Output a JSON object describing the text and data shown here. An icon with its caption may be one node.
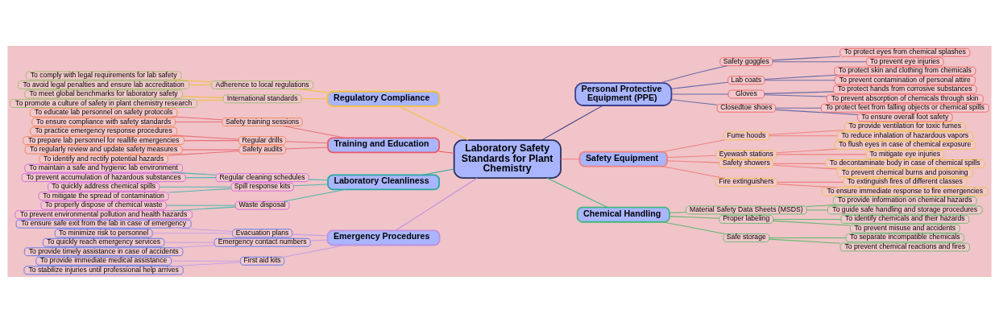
{
  "diagram": {
    "nodes": [
      {
        "text": [
          "Laboratory Safety Standards for Plant Chemistry"
        ]
      },
      {
        "text": [
          "Regulatory Compliance"
        ]
      },
      {
        "text": [
          "Adherence to local regulations"
        ]
      },
      {
        "text": [
          "To comply with legal requirements for lab safety"
        ]
      },
      {
        "text": [
          "To avoid legal penalties and ensure lab accreditation"
        ]
      },
      {
        "text": [
          "International standards"
        ]
      },
      {
        "text": [
          "To meet global benchmarks for laboratory safety"
        ]
      },
      {
        "text": [
          "To promote a culture of safety in plant chemistry research"
        ]
      },
      {
        "text": [
          "Training and Education"
        ]
      },
      {
        "text": [
          "Safety training sessions"
        ]
      },
      {
        "text": [
          "To educate lab personnel on safety protocols"
        ]
      },
      {
        "text": [
          "To ensure compliance with safety standards"
        ]
      },
      {
        "text": [
          "Regular drills"
        ]
      },
      {
        "text": [
          "To practice emergency response procedures"
        ]
      },
      {
        "text": [
          "To prepare lab personnel for reallife emergencies"
        ]
      },
      {
        "text": [
          "Safety audits"
        ]
      },
      {
        "text": [
          "To regularly review and update safety measures"
        ]
      },
      {
        "text": [
          "To identify and rectify potential hazards"
        ]
      },
      {
        "text": [
          "Laboratory Cleanliness"
        ]
      },
      {
        "text": [
          "Regular cleaning schedules"
        ]
      },
      {
        "text": [
          "To maintain a safe and hygienic lab environment"
        ]
      },
      {
        "text": [
          "To prevent accumulation of hazardous substances"
        ]
      },
      {
        "text": [
          "Spill response kits"
        ]
      },
      {
        "text": [
          "To quickly address chemical spills"
        ]
      },
      {
        "text": [
          "To mitigate the spread of contamination"
        ]
      },
      {
        "text": [
          "Waste disposal"
        ]
      },
      {
        "text": [
          "To properly dispose of chemical waste"
        ]
      },
      {
        "text": [
          "To prevent environmental pollution and health hazards"
        ]
      },
      {
        "text": [
          "Emergency Procedures"
        ]
      },
      {
        "text": [
          "Evacuation plans"
        ]
      },
      {
        "text": [
          "To ensure safe exit from the lab in case of emergency"
        ]
      },
      {
        "text": [
          "To minimize risk to personnel"
        ]
      },
      {
        "text": [
          "Emergency contact numbers"
        ]
      },
      {
        "text": [
          "To quickly reach emergency services"
        ]
      },
      {
        "text": [
          "To provide timely assistance in case of accidents"
        ]
      },
      {
        "text": [
          "First aid kits"
        ]
      },
      {
        "text": [
          "To provide immediate medical assistance"
        ]
      },
      {
        "text": [
          "To stabilize injuries until professional help arrives"
        ]
      },
      {
        "text": [
          "Personal Protective Equipment (PPE)"
        ]
      },
      {
        "text": [
          "Safety goggles"
        ]
      },
      {
        "text": [
          "To protect eyes from chemical splashes"
        ]
      },
      {
        "text": [
          "To prevent eye injuries"
        ]
      },
      {
        "text": [
          "Lab coats"
        ]
      },
      {
        "text": [
          "To protect skin and clothing from chemicals"
        ]
      },
      {
        "text": [
          "To prevent contamination of personal attire"
        ]
      },
      {
        "text": [
          "Gloves"
        ]
      },
      {
        "text": [
          "To protect hands from corrosive substances"
        ]
      },
      {
        "text": [
          "To prevent absorption of chemicals through skin"
        ]
      },
      {
        "text": [
          "Closedtoe shoes"
        ]
      },
      {
        "text": [
          "To protect feet from falling objects or chemical spills"
        ]
      },
      {
        "text": [
          "To ensure overall foot safety"
        ]
      },
      {
        "text": [
          "Safety Equipment"
        ]
      },
      {
        "text": [
          "Fume hoods"
        ]
      },
      {
        "text": [
          "To provide ventilation for toxic fumes"
        ]
      },
      {
        "text": [
          "To reduce inhalation of hazardous vapors"
        ]
      },
      {
        "text": [
          "Eyewash stations"
        ]
      },
      {
        "text": [
          "To flush eyes in case of chemical exposure"
        ]
      },
      {
        "text": [
          "To mitigate eye injuries"
        ]
      },
      {
        "text": [
          "Safety showers"
        ]
      },
      {
        "text": [
          "To decontaminate body in case of chemical spills"
        ]
      },
      {
        "text": [
          "To prevent chemical burns and poisoning"
        ]
      },
      {
        "text": [
          "Fire extinguishers"
        ]
      },
      {
        "text": [
          "To extinguish fires of different classes"
        ]
      },
      {
        "text": [
          "To ensure immediate response to fire emergencies"
        ]
      },
      {
        "text": [
          "Chemical Handling"
        ]
      },
      {
        "text": [
          "Material Safety Data Sheets (MSDS)"
        ]
      },
      {
        "text": [
          "To provide information on chemical hazards"
        ]
      },
      {
        "text": [
          "To guide safe handling and storage procedures"
        ]
      },
      {
        "text": [
          "Proper labeling"
        ]
      },
      {
        "text": [
          "To identify chemicals and their hazards"
        ]
      },
      {
        "text": [
          "To prevent misuse and accidents"
        ]
      },
      {
        "text": [
          "Safe storage"
        ]
      },
      {
        "text": [
          "To separate incompatible chemicals"
        ]
      },
      {
        "text": [
          "To prevent chemical reactions and fires"
        ]
      }
    ],
    "edges": [
      {
        "from": 0,
        "to": 1,
        "arrow": "none",
        "color": "#f0c040"
      },
      {
        "from": 1,
        "to": 2,
        "arrow": "none",
        "color": "#f0c040"
      },
      {
        "from": 2,
        "to": 3,
        "arrow": "none",
        "color": "#f0c040"
      },
      {
        "from": 2,
        "to": 4,
        "arrow": "none",
        "color": "#f0c040"
      },
      {
        "from": 1,
        "to": 5,
        "arrow": "none",
        "color": "#f0c040"
      },
      {
        "from": 5,
        "to": 6,
        "arrow": "none",
        "color": "#f0c040"
      },
      {
        "from": 5,
        "to": 7,
        "arrow": "none",
        "color": "#f0c040"
      },
      {
        "from": 0,
        "to": 8,
        "arrow": "none",
        "color": "#e85a6a"
      },
      {
        "from": 8,
        "to": 9,
        "arrow": "none",
        "color": "#e8707a"
      },
      {
        "from": 9,
        "to": 10,
        "arrow": "none",
        "color": "#e8707a"
      },
      {
        "from": 9,
        "to": 11,
        "arrow": "none",
        "color": "#e8707a"
      },
      {
        "from": 8,
        "to": 12,
        "arrow": "none",
        "color": "#e8707a"
      },
      {
        "from": 12,
        "to": 13,
        "arrow": "none",
        "color": "#e8707a"
      },
      {
        "from": 12,
        "to": 14,
        "arrow": "none",
        "color": "#e8707a"
      },
      {
        "from": 8,
        "to": 15,
        "arrow": "none",
        "color": "#e8707a"
      },
      {
        "from": 15,
        "to": 16,
        "arrow": "none",
        "color": "#e8707a"
      },
      {
        "from": 15,
        "to": 17,
        "arrow": "none",
        "color": "#e8707a"
      },
      {
        "from": 0,
        "to": 18,
        "arrow": "none",
        "color": "#2aa8a0"
      },
      {
        "from": 18,
        "to": 19,
        "arrow": "none",
        "color": "#50b8b0"
      },
      {
        "from": 19,
        "to": 20,
        "arrow": "none",
        "color": "#50b8b0"
      },
      {
        "from": 19,
        "to": 21,
        "arrow": "none",
        "color": "#50b8b0"
      },
      {
        "from": 18,
        "to": 22,
        "arrow": "none",
        "color": "#50b8b0"
      },
      {
        "from": 22,
        "to": 23,
        "arrow": "none",
        "color": "#50b8b0"
      },
      {
        "from": 22,
        "to": 24,
        "arrow": "none",
        "color": "#50b8b0"
      },
      {
        "from": 18,
        "to": 25,
        "arrow": "none",
        "color": "#50b8b0"
      },
      {
        "from": 25,
        "to": 26,
        "arrow": "none",
        "color": "#50b8b0"
      },
      {
        "from": 25,
        "to": 27,
        "arrow": "none",
        "color": "#50b8b0"
      },
      {
        "from": 0,
        "to": 28,
        "arrow": "none",
        "color": "#c090e0"
      },
      {
        "from": 28,
        "to": 29,
        "arrow": "none",
        "color": "#c8a0e8"
      },
      {
        "from": 29,
        "to": 30,
        "arrow": "none",
        "color": "#c8a0e8"
      },
      {
        "from": 29,
        "to": 31,
        "arrow": "none",
        "color": "#c8a0e8"
      },
      {
        "from": 28,
        "to": 32,
        "arrow": "none",
        "color": "#c8a0e8"
      },
      {
        "from": 32,
        "to": 33,
        "arrow": "none",
        "color": "#c8a0e8"
      },
      {
        "from": 32,
        "to": 34,
        "arrow": "none",
        "color": "#c8a0e8"
      },
      {
        "from": 28,
        "to": 35,
        "arrow": "none",
        "color": "#c8a0e8"
      },
      {
        "from": 35,
        "to": 36,
        "arrow": "none",
        "color": "#c8a0e8"
      },
      {
        "from": 35,
        "to": 37,
        "arrow": "none",
        "color": "#c8a0e8"
      },
      {
        "from": 0,
        "to": 38,
        "arrow": "none",
        "color": "#3a3f8a"
      },
      {
        "from": 38,
        "to": 39,
        "arrow": "none",
        "color": "#6a6aa8"
      },
      {
        "from": 39,
        "to": 40,
        "arrow": "none",
        "color": "#6a6aa8"
      },
      {
        "from": 39,
        "to": 41,
        "arrow": "none",
        "color": "#6a6aa8"
      },
      {
        "from": 38,
        "to": 42,
        "arrow": "none",
        "color": "#6a6aa8"
      },
      {
        "from": 42,
        "to": 43,
        "arrow": "none",
        "color": "#6a6aa8"
      },
      {
        "from": 42,
        "to": 44,
        "arrow": "none",
        "color": "#6a6aa8"
      },
      {
        "from": 38,
        "to": 45,
        "arrow": "none",
        "color": "#6a6aa8"
      },
      {
        "from": 45,
        "to": 46,
        "arrow": "none",
        "color": "#6a6aa8"
      },
      {
        "from": 45,
        "to": 47,
        "arrow": "none",
        "color": "#6a6aa8"
      },
      {
        "from": 38,
        "to": 48,
        "arrow": "none",
        "color": "#6a6aa8"
      },
      {
        "from": 48,
        "to": 49,
        "arrow": "none",
        "color": "#6a6aa8"
      },
      {
        "from": 48,
        "to": 50,
        "arrow": "none",
        "color": "#6a6aa8"
      },
      {
        "from": 0,
        "to": 51,
        "arrow": "none",
        "color": "#f08080"
      },
      {
        "from": 51,
        "to": 52,
        "arrow": "none",
        "color": "#f08080"
      },
      {
        "from": 52,
        "to": 53,
        "arrow": "none",
        "color": "#f08080"
      },
      {
        "from": 52,
        "to": 54,
        "arrow": "none",
        "color": "#f08080"
      },
      {
        "from": 51,
        "to": 55,
        "arrow": "none",
        "color": "#f08080"
      },
      {
        "from": 55,
        "to": 56,
        "arrow": "none",
        "color": "#f08080"
      },
      {
        "from": 55,
        "to": 57,
        "arrow": "none",
        "color": "#f08080"
      },
      {
        "from": 51,
        "to": 58,
        "arrow": "none",
        "color": "#f08080"
      },
      {
        "from": 58,
        "to": 59,
        "arrow": "none",
        "color": "#f08080"
      },
      {
        "from": 58,
        "to": 60,
        "arrow": "none",
        "color": "#f08080"
      },
      {
        "from": 51,
        "to": 61,
        "arrow": "none",
        "color": "#f08080"
      },
      {
        "from": 61,
        "to": 62,
        "arrow": "none",
        "color": "#f08080"
      },
      {
        "from": 61,
        "to": 63,
        "arrow": "none",
        "color": "#f08080"
      },
      {
        "from": 0,
        "to": 64,
        "arrow": "none",
        "color": "#40b880"
      },
      {
        "from": 64,
        "to": 65,
        "arrow": "none",
        "color": "#60b870"
      },
      {
        "from": 65,
        "to": 66,
        "arrow": "none",
        "color": "#60b870"
      },
      {
        "from": 65,
        "to": 67,
        "arrow": "none",
        "color": "#60b870"
      },
      {
        "from": 64,
        "to": 68,
        "arrow": "none",
        "color": "#60b870"
      },
      {
        "from": 68,
        "to": 69,
        "arrow": "none",
        "color": "#60b870"
      },
      {
        "from": 68,
        "to": 70,
        "arrow": "none",
        "color": "#60b870"
      },
      {
        "from": 64,
        "to": 71,
        "arrow": "none",
        "color": "#60b870"
      },
      {
        "from": 71,
        "to": 72,
        "arrow": "none",
        "color": "#60b870"
      },
      {
        "from": 71,
        "to": 73,
        "arrow": "none",
        "color": "#60b870"
      }
    ]
  }
}
